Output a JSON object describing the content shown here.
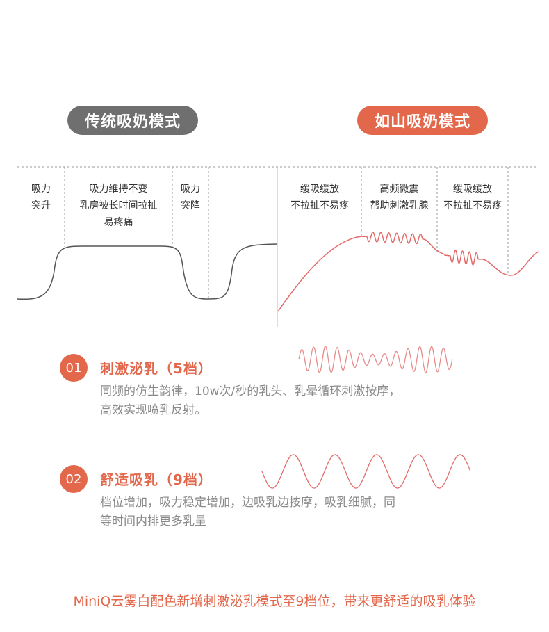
{
  "modes": {
    "traditional_label": "传统吸奶模式",
    "ruishan_label": "如山吸奶模式"
  },
  "traditional_phases": [
    {
      "line1": "吸力",
      "line2": "突升",
      "line3": ""
    },
    {
      "line1": "吸力维持不变",
      "line2": "乳房被长时间拉扯",
      "line3": "易疼痛"
    },
    {
      "line1": "吸力",
      "line2": "突降",
      "line3": ""
    }
  ],
  "ruishan_phases": [
    {
      "line1": "缓吸缓放",
      "line2": "不拉扯不易疼"
    },
    {
      "line1": "高频微震",
      "line2": "帮助刺激乳腺"
    },
    {
      "line1": "缓吸缓放",
      "line2": "不拉扯不易疼"
    }
  ],
  "features": [
    {
      "number": "01",
      "title": "刺激泌乳（5档）",
      "desc_line1": "同频的仿生韵律，10w次/秒的乳头、乳晕循环刺激按摩，",
      "desc_line2": "高效实现喷乳反射。"
    },
    {
      "number": "02",
      "title": "舒适吸乳（9档）",
      "desc_line1": "档位增加，吸力稳定增加，边吸乳边按摩，吸乳细腻，同",
      "desc_line2": "等时间内排更多乳量"
    }
  ],
  "footer": "MiniQ云雾白配色新增刺激泌乳模式至9档位，带来更舒适的吸乳体验",
  "colors": {
    "accent": "#e2674b",
    "gray_pill": "#6f6f6f",
    "curve_gray": "#555555",
    "text_gray": "#8a8a8a"
  }
}
